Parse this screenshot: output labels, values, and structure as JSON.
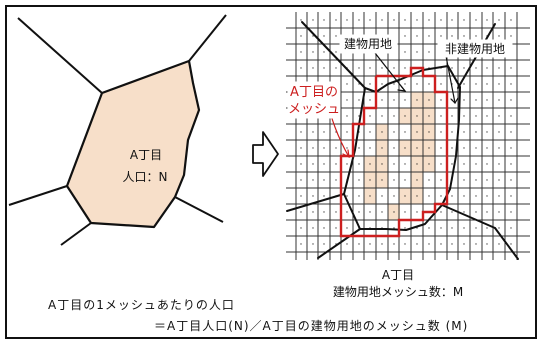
{
  "left_panel": {
    "area_name": "A丁目",
    "population_label": "人口：N"
  },
  "right_panel": {
    "building_land_label": "建物用地",
    "non_building_land_label": "非建物用地",
    "mesh_label_line1": "A丁目の",
    "mesh_label_line2": "メッシュ",
    "bottom_label_line1": "A丁目",
    "bottom_label_line2": "建物用地メッシュ数：M"
  },
  "formula": {
    "line1": "A丁目の1メッシュあたりの人口",
    "line2": "＝A丁目人口(N)／A丁目の建物用地のメッシュ数 (M)"
  },
  "colors": {
    "region_fill": "#f7dfc9",
    "mesh_outline": "#cc1f1f",
    "line": "#111111",
    "grid": "#333333"
  },
  "icons": {
    "arrow": "hollow-right-arrow-icon"
  }
}
